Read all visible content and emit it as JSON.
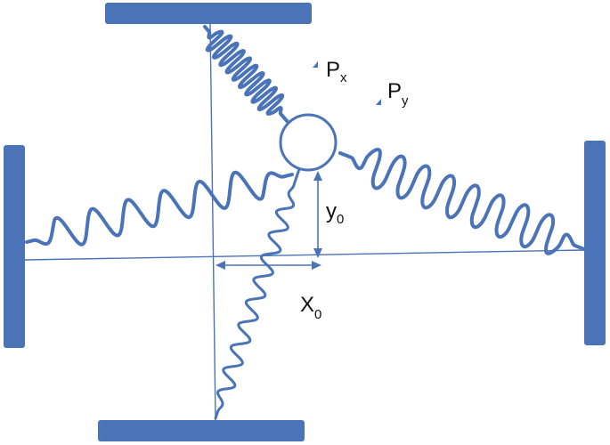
{
  "diagram": {
    "labels": {
      "px": {
        "base": "P",
        "sub": "x"
      },
      "py": {
        "base": "P",
        "sub": "y"
      },
      "y0": {
        "base": "y",
        "sub": "0"
      },
      "x0": {
        "base": "X",
        "sub": "0"
      }
    },
    "colors": {
      "accent": "#4a73b8",
      "text": "#111111",
      "background": "#ffffff"
    }
  }
}
